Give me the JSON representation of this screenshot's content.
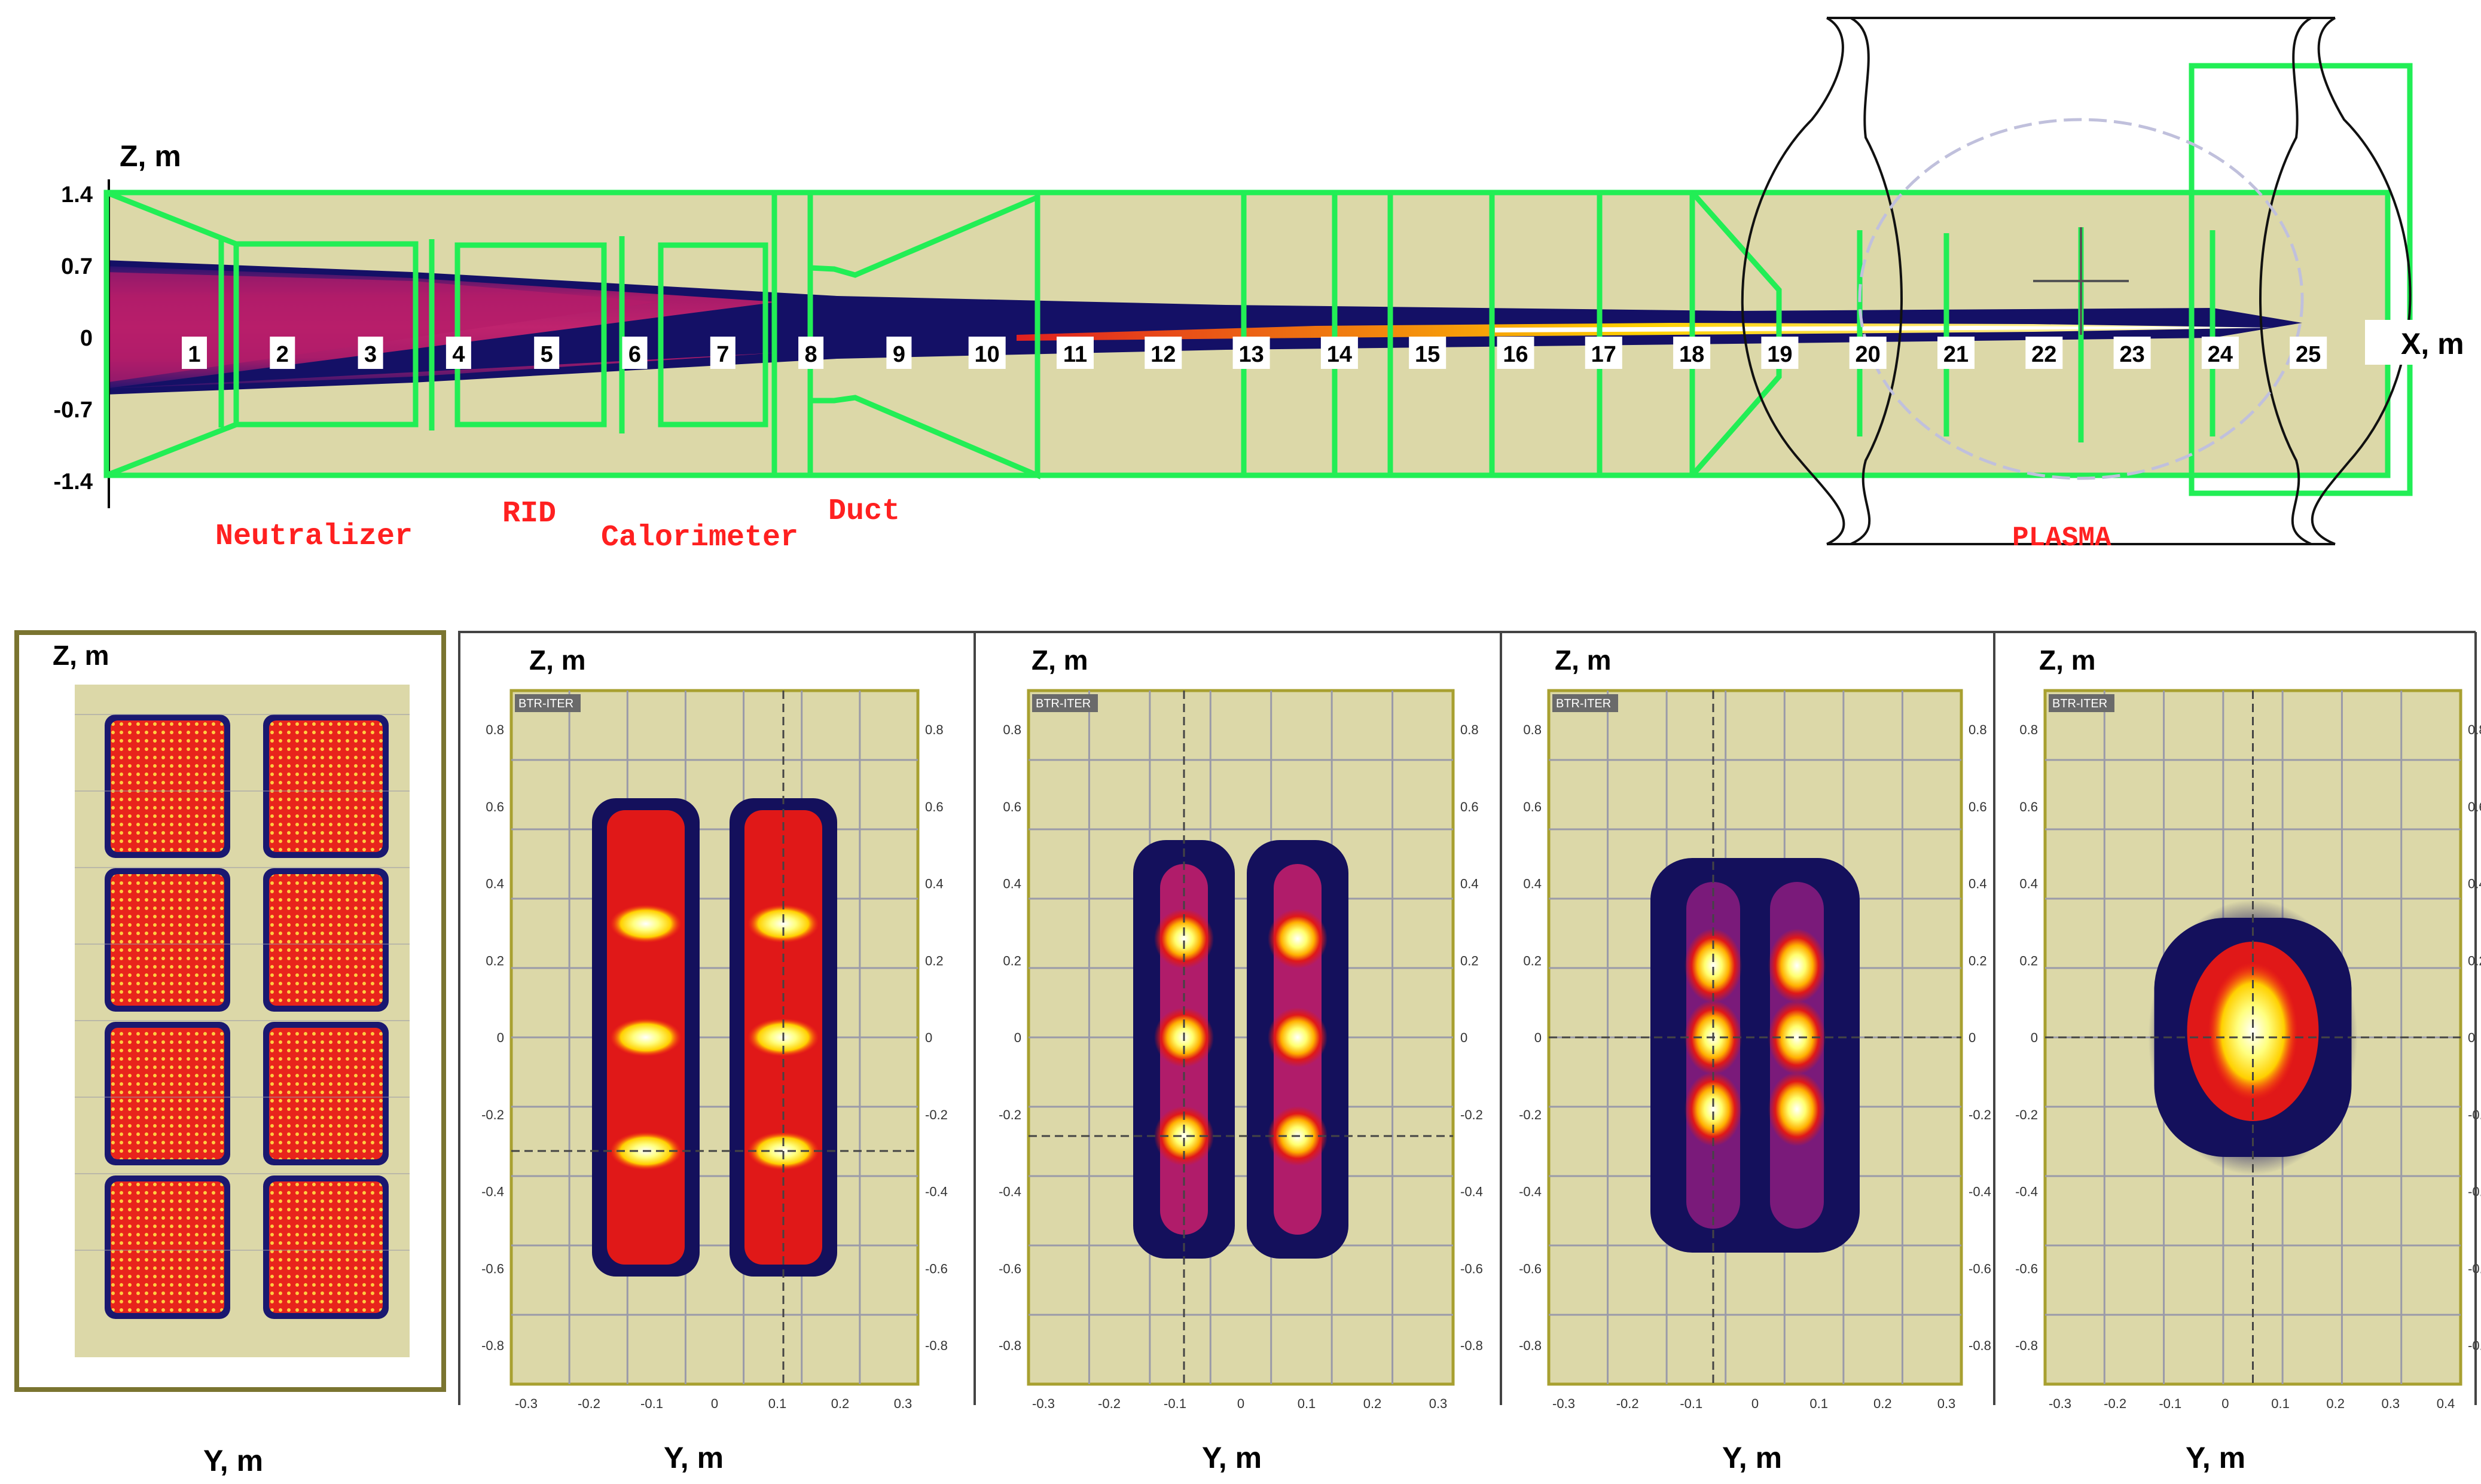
{
  "side_view": {
    "z_axis_label": "Z, m",
    "x_axis_label": "X, m",
    "z_ticks": [
      "1.4",
      "0.7",
      "0",
      "-0.7",
      "-1.4"
    ],
    "markers": [
      "1",
      "2",
      "3",
      "4",
      "5",
      "6",
      "7",
      "8",
      "9",
      "10",
      "11",
      "12",
      "13",
      "14",
      "15",
      "16",
      "17",
      "18",
      "19",
      "20",
      "21",
      "22",
      "23",
      "24",
      "25"
    ],
    "components": {
      "neutralizer": "Neutralizer",
      "rid": "RID",
      "calorimeter": "Calorimeter",
      "duct": "Duct",
      "plasma": "PLASMA"
    },
    "colors": {
      "background": "#dcd8a8",
      "frame": "#22ee55",
      "beam_core": "#ffff60",
      "beam_mid": "#e01a1a",
      "beam_edge": "#1a1a80",
      "labels": "#ff2020"
    }
  },
  "cross_sections": {
    "z_label": "Z, m",
    "y_label": "Y, m",
    "badge": "BTR-ITER",
    "panels": [
      {
        "z_ticks": [
          "0.8",
          "0.6",
          "0.4",
          "0.2",
          "0",
          "-0.2",
          "-0.4",
          "-0.6",
          "-0.8"
        ],
        "y_ticks": [
          "-0.3",
          "-0.2",
          "-0.1",
          "0",
          "0.1",
          "0.2",
          "0.3"
        ]
      },
      {
        "z_ticks": [
          "0.8",
          "0.6",
          "0.4",
          "0.2",
          "0",
          "-0.2",
          "-0.4",
          "-0.6",
          "-0.8"
        ],
        "y_ticks": [
          "-0.3",
          "-0.2",
          "-0.1",
          "0",
          "0.1",
          "0.2",
          "0.3"
        ]
      },
      {
        "z_ticks": [
          "0.8",
          "0.6",
          "0.4",
          "0.2",
          "0",
          "-0.2",
          "-0.4",
          "-0.6",
          "-0.8"
        ],
        "y_ticks": [
          "-0.3",
          "-0.2",
          "-0.1",
          "0",
          "0.1",
          "0.2",
          "0.3"
        ]
      },
      {
        "z_ticks": [
          "0.8",
          "0.6",
          "0.4",
          "0.2",
          "0",
          "-0.2",
          "-0.4",
          "-0.6",
          "-0.8"
        ],
        "y_ticks": [
          "-0.3",
          "-0.2",
          "-0.1",
          "0",
          "0.1",
          "0.2",
          "0.3",
          "0.4"
        ]
      }
    ]
  }
}
